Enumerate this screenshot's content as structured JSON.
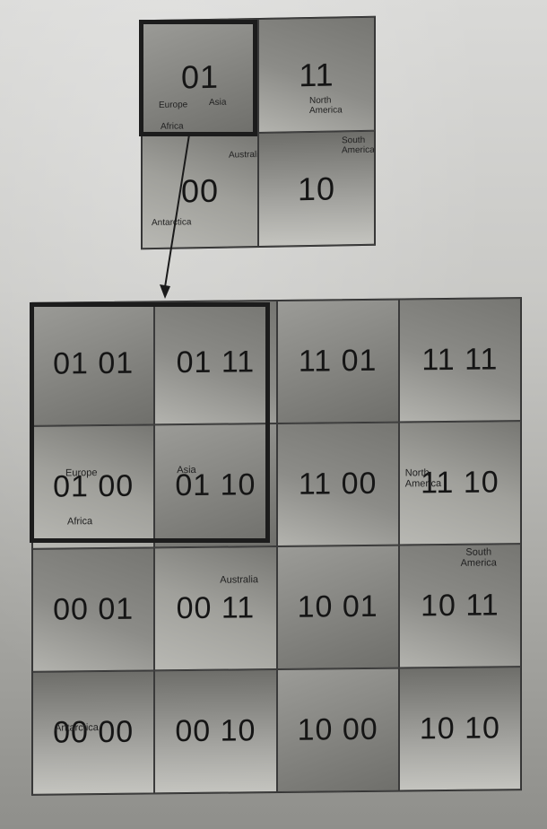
{
  "small_grid": {
    "tiles": [
      {
        "code": "01",
        "labels": [
          "Europe",
          "Africa",
          "Asia"
        ]
      },
      {
        "code": "11",
        "labels": [
          "North America"
        ]
      },
      {
        "code": "00",
        "labels": [
          "Australia",
          "Antarctica"
        ]
      },
      {
        "code": "10",
        "labels": [
          "South America"
        ]
      }
    ]
  },
  "large_grid": {
    "tiles": [
      {
        "code": "01 01",
        "labels": []
      },
      {
        "code": "01 11",
        "labels": []
      },
      {
        "code": "11 01",
        "labels": []
      },
      {
        "code": "11 11",
        "labels": []
      },
      {
        "code": "01 00",
        "labels": [
          "Europe",
          "Africa"
        ]
      },
      {
        "code": "01 10",
        "labels": [
          "Asia"
        ]
      },
      {
        "code": "11 00",
        "labels": []
      },
      {
        "code": "11 10",
        "labels": [
          "North America"
        ]
      },
      {
        "code": "00 01",
        "labels": []
      },
      {
        "code": "00 11",
        "labels": [
          "Australia"
        ]
      },
      {
        "code": "10 01",
        "labels": []
      },
      {
        "code": "10 11",
        "labels": [
          "South America"
        ]
      },
      {
        "code": "00 00",
        "labels": [
          "Antarctica"
        ]
      },
      {
        "code": "00 10",
        "labels": []
      },
      {
        "code": "10 00",
        "labels": []
      },
      {
        "code": "10 10",
        "labels": []
      }
    ]
  }
}
